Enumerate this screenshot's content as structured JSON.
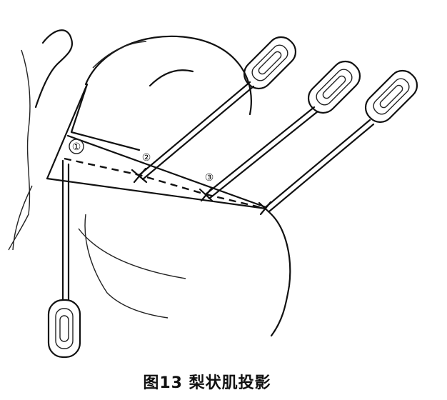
{
  "figure": {
    "caption": "图13 梨状肌投影",
    "labels": [
      "①",
      "②",
      "③"
    ]
  }
}
